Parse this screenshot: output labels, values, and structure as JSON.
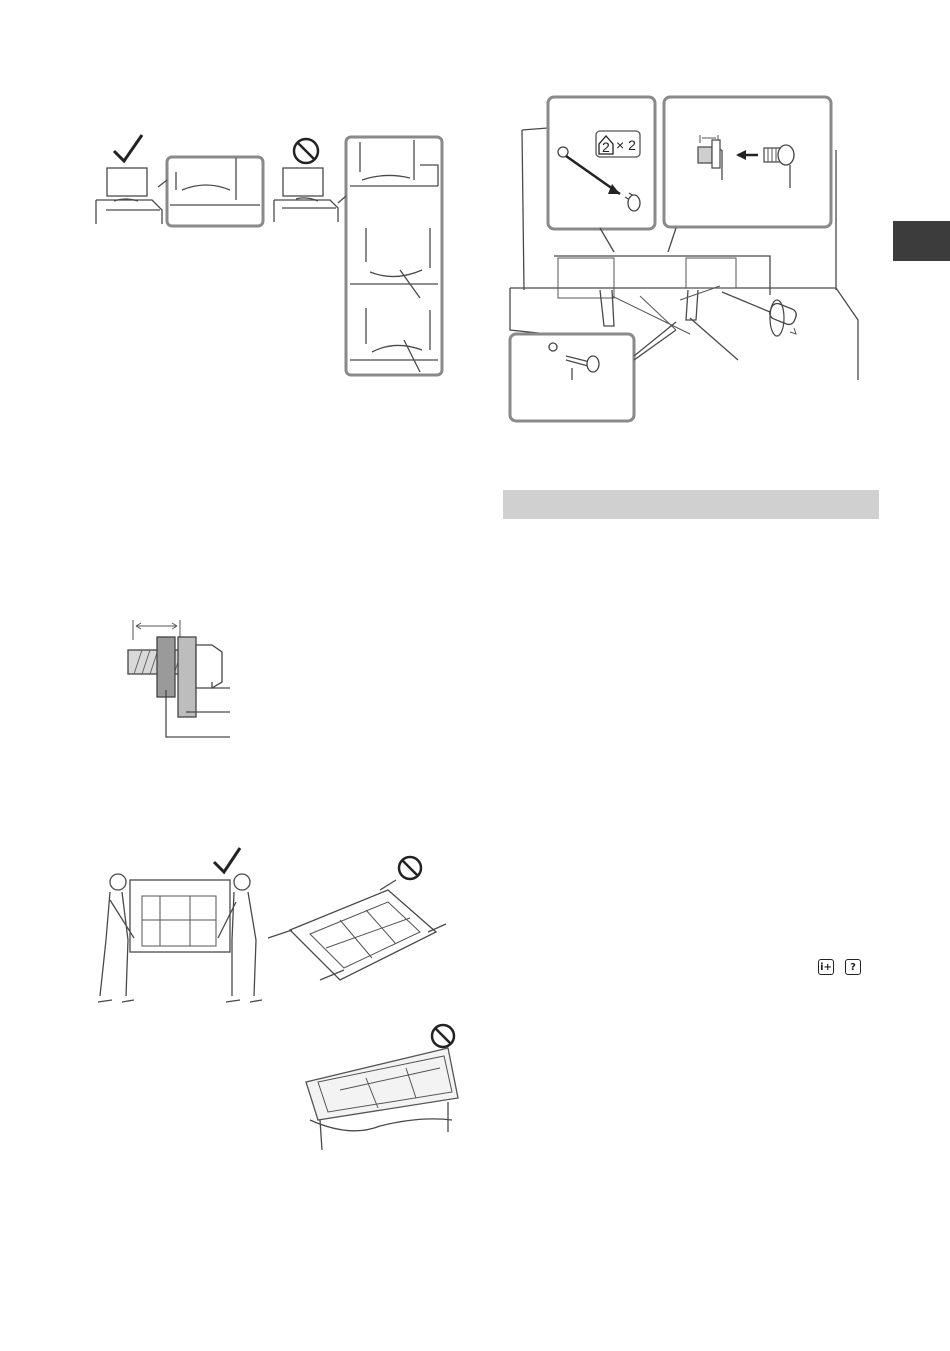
{
  "callouts": {
    "screw_count_number": "2",
    "screw_count_multiplier": "× 2"
  },
  "section_bar": {
    "text": ""
  },
  "icons": {
    "info_plus_label": "i+",
    "help_label": "?"
  },
  "colors": {
    "section_bar": "#d0d0d0",
    "side_tab": "#3c3c3c",
    "callout_frame": "#8a8a8a"
  },
  "icon_names": [
    "checkmark-icon",
    "prohibited-icon",
    "info-plus-icon",
    "help-icon",
    "screwdriver-icon",
    "screw-icon"
  ]
}
